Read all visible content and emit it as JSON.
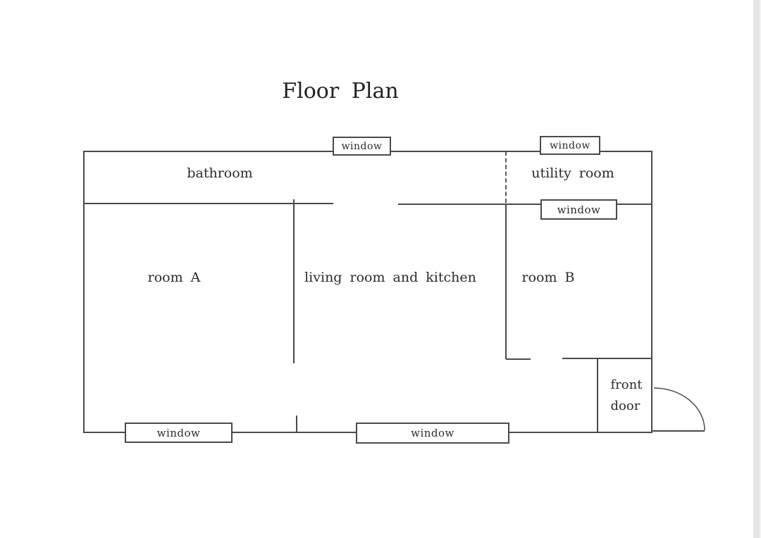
{
  "title": "Floor Plan",
  "rooms": {
    "bathroom": "bathroom",
    "utility_room": "utility room",
    "room_a": "room A",
    "living_kitchen": "living room and kitchen",
    "room_b": "room B",
    "front_door_line1": "front",
    "front_door_line2": "door"
  },
  "windows": {
    "top_bathroom": "window",
    "top_utility": "window",
    "utility_inner": "window",
    "bottom_room_a": "window",
    "bottom_living": "window"
  },
  "colors": {
    "wall_line": "#4a4a4a",
    "text": "#2b2b2b",
    "background": "#ffffff",
    "right_edge_strip": "#e5e5e7"
  }
}
